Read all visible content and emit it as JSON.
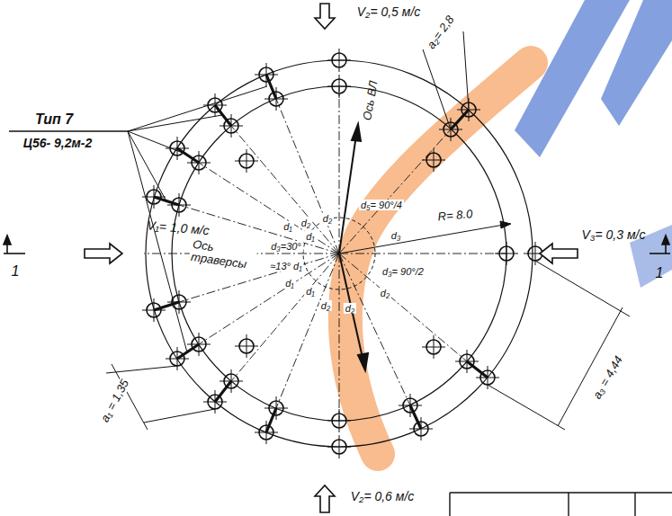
{
  "diagram": {
    "labels": [
      "V₂= 0,5 м/с",
      "Тип 7",
      "Ц56- 9,2м-2",
      "Ось ВЛ",
      "a₂= 2,8",
      "V₁= 1,0 м/с",
      "Ось траверсы",
      "1",
      "1",
      "V₃= 0,3 м/с",
      "R= 8.0",
      "a₁ = 1,35",
      "a₃ = 4,44",
      "V₂= 0,6 м/с",
      "d₂",
      "d₂",
      "d₅= 90°/4",
      "d₁",
      "d₁",
      "d₃=30°",
      "≈13° d₁",
      "d₁",
      "d₁",
      "d₂",
      "d₂",
      "d₂",
      "d₃",
      "d₃= 90°/2"
    ]
  }
}
